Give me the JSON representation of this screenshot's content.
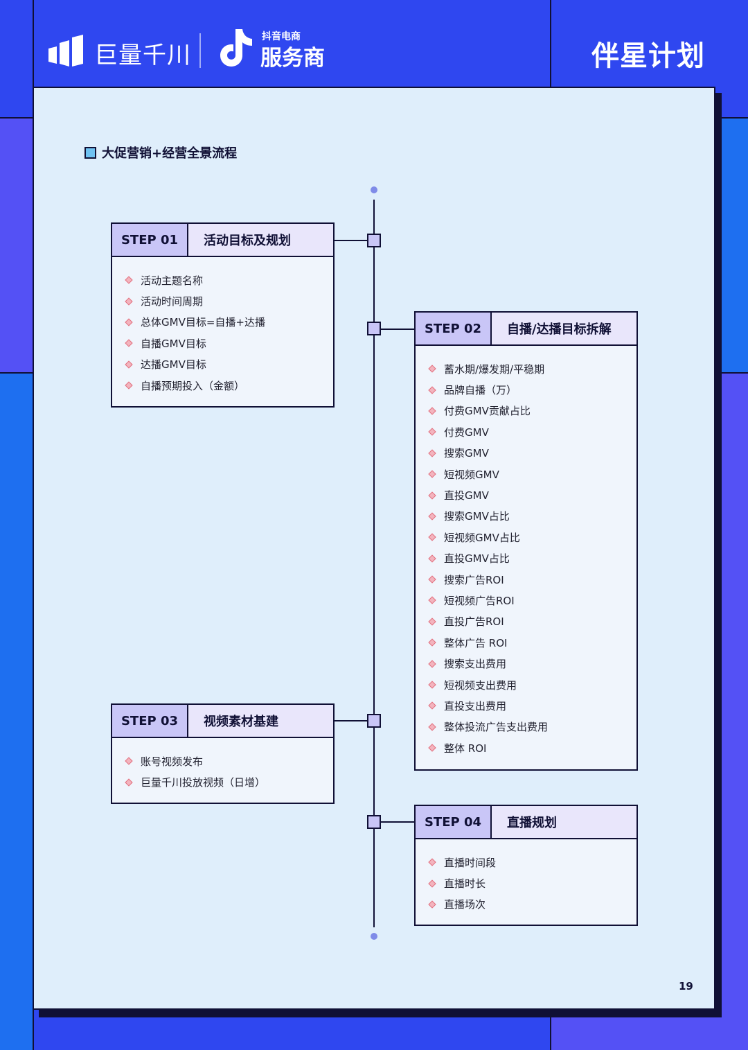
{
  "header": {
    "brand_name": "巨量千川",
    "service_sub": "抖音电商",
    "service_main": "服务商",
    "plan_title": "伴星计划"
  },
  "section": {
    "title": "大促营销+经营全景流程"
  },
  "steps": [
    {
      "num": "STEP 01",
      "title": "活动目标及规划",
      "items": [
        "活动主题名称",
        "活动时间周期",
        "总体GMV目标=自播+达播",
        "自播GMV目标",
        "达播GMV目标",
        "自播预期投入（金额）"
      ]
    },
    {
      "num": "STEP 02",
      "title": "自播/达播目标拆解",
      "items": [
        "蓄水期/爆发期/平稳期",
        "品牌自播（万）",
        "付费GMV贡献占比",
        "付费GMV",
        "搜索GMV",
        "短视频GMV",
        "直投GMV",
        "搜索GMV占比",
        "短视频GMV占比",
        "直投GMV占比",
        "搜索广告ROI",
        "短视频广告ROI",
        "直投广告ROI",
        "整体广告 ROI",
        "搜索支出费用",
        "短视频支出费用",
        "直投支出费用",
        "整体投流广告支出费用",
        "整体 ROI"
      ]
    },
    {
      "num": "STEP 03",
      "title": "视频素材基建",
      "items": [
        "账号视频发布",
        "巨量千川投放视频（日增）"
      ]
    },
    {
      "num": "STEP 04",
      "title": "直播规划",
      "items": [
        "直播时间段",
        "直播时长",
        "直播场次"
      ]
    }
  ],
  "page_number": "19",
  "colors": {
    "background_blue": "#2f47f0",
    "card_bg": "#dfeefb",
    "step_label_bg": "#c9c6f7",
    "outline": "#101035",
    "bullet": "#e2707f"
  }
}
